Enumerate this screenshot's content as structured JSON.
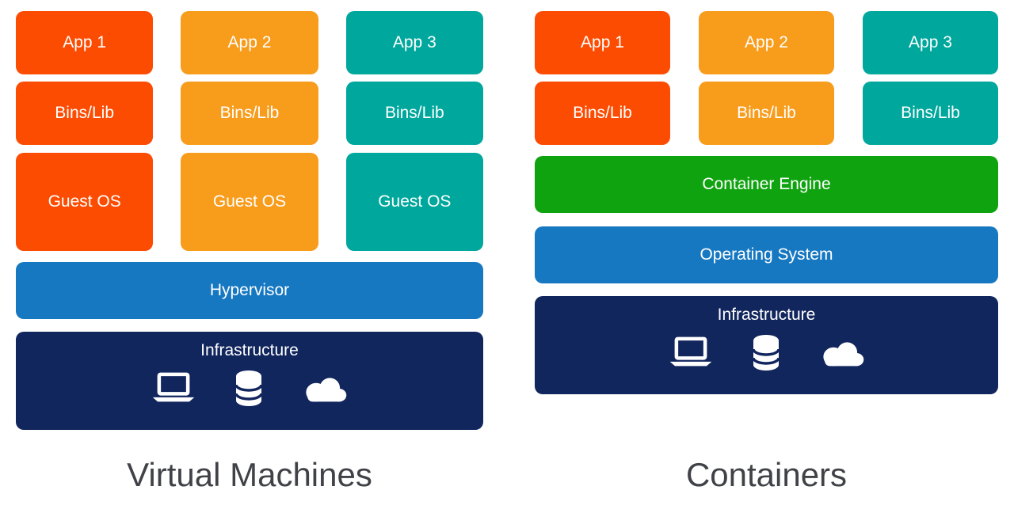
{
  "colors": {
    "red_orange": "#FC4C02",
    "orange": "#F89C1C",
    "teal": "#00A79C",
    "blue": "#1778C2",
    "navy": "#12265E",
    "green": "#10A310",
    "caption": "#404247",
    "background": "#FFFFFF"
  },
  "vm": {
    "title": "Virtual Machines",
    "columns": [
      {
        "app": "App 1",
        "bins": "Bins/Lib",
        "guest_os": "Guest OS"
      },
      {
        "app": "App 2",
        "bins": "Bins/Lib",
        "guest_os": "Guest OS"
      },
      {
        "app": "App 3",
        "bins": "Bins/Lib",
        "guest_os": "Guest OS"
      }
    ],
    "hypervisor_label": "Hypervisor",
    "infrastructure_label": "Infrastructure",
    "infrastructure_icons": [
      "laptop-icon",
      "database-icon",
      "cloud-icon"
    ]
  },
  "containers": {
    "title": "Containers",
    "columns": [
      {
        "app": "App 1",
        "bins": "Bins/Lib"
      },
      {
        "app": "App 2",
        "bins": "Bins/Lib"
      },
      {
        "app": "App 3",
        "bins": "Bins/Lib"
      }
    ],
    "engine_label": "Container Engine",
    "os_label": "Operating System",
    "infrastructure_label": "Infrastructure",
    "infrastructure_icons": [
      "laptop-icon",
      "database-icon",
      "cloud-icon"
    ]
  }
}
